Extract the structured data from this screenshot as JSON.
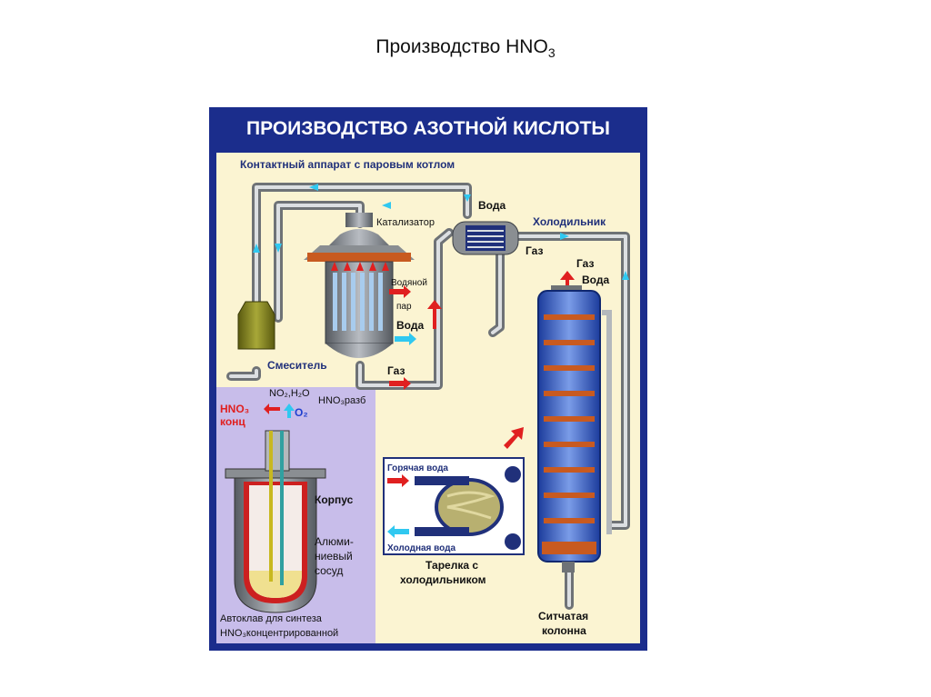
{
  "slide": {
    "title_main": "Производство HNO",
    "title_sub": "3"
  },
  "poster": {
    "header": "ПРОИЗВОДСТВО АЗОТНОЙ КИСЛОТЫ",
    "contact_apparatus": "Контактный аппарат с паровым котлом",
    "catalyst": "Катализатор",
    "water_vapor_1": "Водяной",
    "water_vapor_2": "пар",
    "water_in": "Вода",
    "gas_bottom": "Газ",
    "mixer": "Смеситель",
    "water_top": "Вода",
    "cooler": "Холодильник",
    "gas_cooler": "Газ",
    "gas_column": "Газ",
    "water_column": "Вода",
    "hot_water": "Горячая вода",
    "cold_water": "Холодная вода",
    "tray_caption_1": "Тарелка с",
    "tray_caption_2": "холодильником",
    "column_caption_1": "Ситчатая",
    "column_caption_2": "колонна",
    "autoclave_inputs": "NO₂,H₂O",
    "dilute_acid": "HNO₃разб",
    "oxygen": "O₂",
    "conc_acid": "HNO₃",
    "conc_acid_2": "конц",
    "body_label": "Корпус",
    "vessel_1": "Алюми-",
    "vessel_2": "ниевый",
    "vessel_3": "сосуд",
    "autoclave_caption_1": "Автоклав для синтеза",
    "autoclave_caption_2": "HNO₃концентрированной"
  },
  "colors": {
    "frame": "#1b2d8c",
    "panel": "#fbf4d2",
    "autoclave_panel": "#c8bdea",
    "pipe": "#b4b8bc",
    "hot_arrow": "#e02020",
    "cold_arrow": "#30c8f0",
    "label_blue": "#20307a"
  }
}
